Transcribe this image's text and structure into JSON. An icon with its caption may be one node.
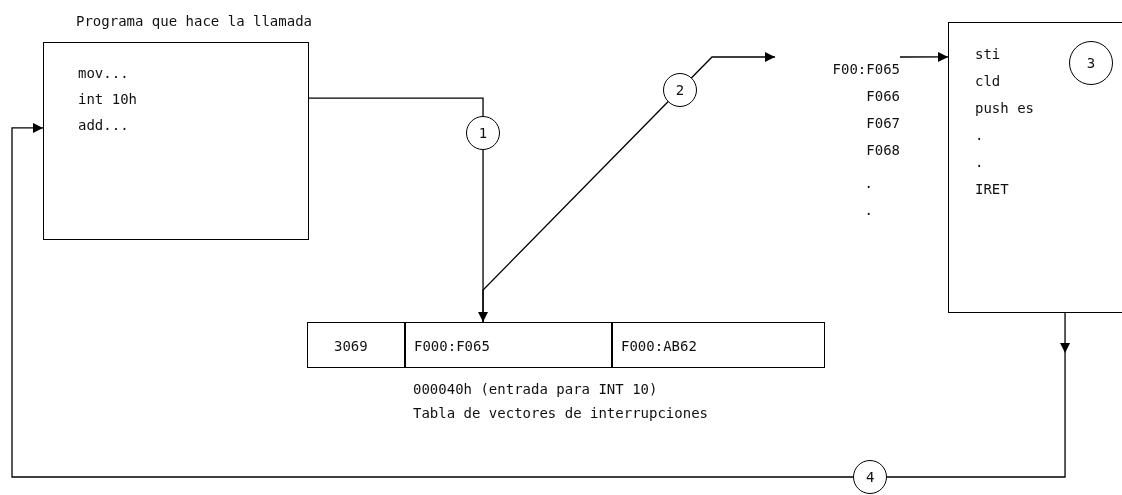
{
  "diagram": {
    "nodes": [
      {
        "text": [
          "Programa que hace la llamada",
          "mov...",
          "int 10h",
          "add..."
        ]
      },
      {
        "text": [
          "3069"
        ]
      },
      {
        "text": [
          "F000:F065"
        ]
      },
      {
        "text": [
          "F000:AB62"
        ]
      },
      {
        "text": [
          "F00:F065",
          "F066",
          "F067",
          "F068",
          ".",
          "."
        ]
      },
      {
        "text": [
          "sti",
          "cld",
          "push es",
          ".",
          ".",
          "IRET"
        ]
      },
      {
        "text": [
          "3"
        ],
        "in": 5
      }
    ],
    "edges": [
      {
        "from": 0,
        "to": 2,
        "arrow": "to",
        "label": "1"
      },
      {
        "from": 2,
        "to": 4,
        "arrow": "to",
        "label": "2"
      },
      {
        "from": 4,
        "to": 5,
        "arrow": "to"
      },
      {
        "from": 5,
        "to": 0,
        "arrow": "to",
        "label": "4"
      }
    ],
    "labels": [
      "000040h (entrada para INT 10)",
      "Tabla de vectores de interrupciones"
    ]
  }
}
